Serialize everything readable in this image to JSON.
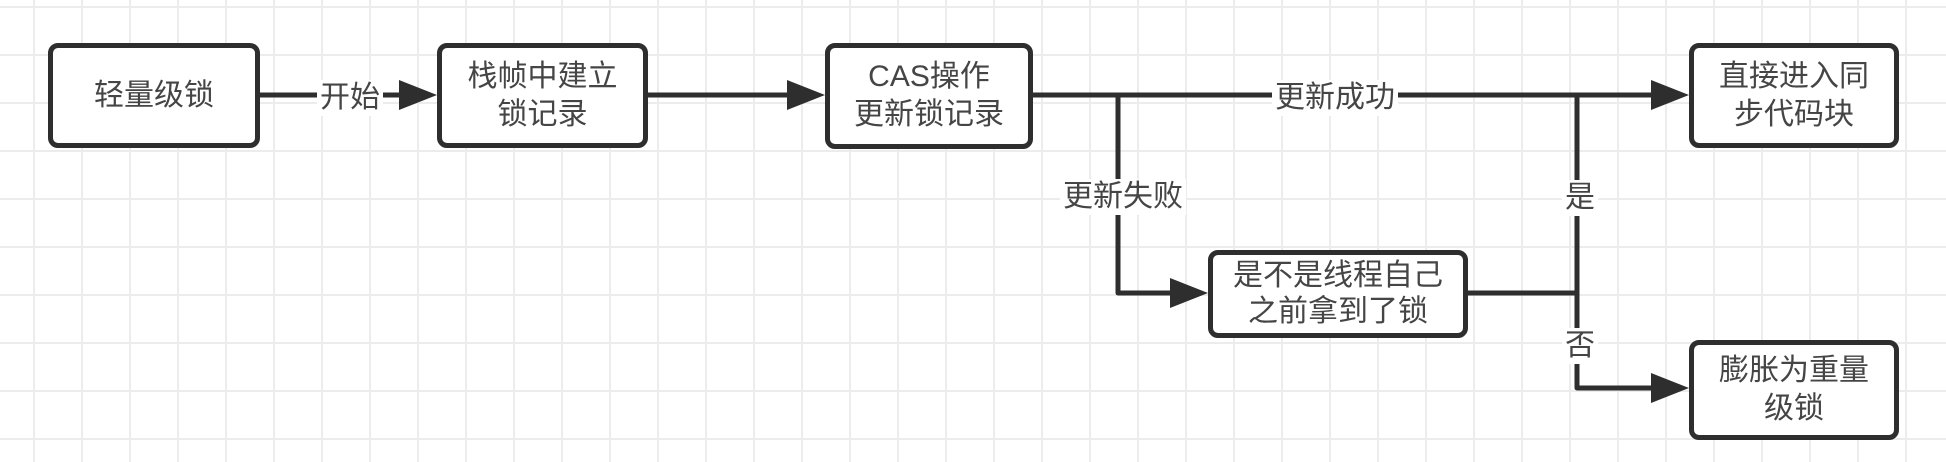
{
  "diagram": {
    "type": "flowchart",
    "nodes": {
      "lightweight_lock": {
        "label": "轻量级锁"
      },
      "create_lock_record": {
        "label": "栈帧中建立\n锁记录"
      },
      "cas_update_lock_record": {
        "label": "CAS操作\n更新锁记录"
      },
      "enter_sync_block": {
        "label": "直接进入同\n步代码块"
      },
      "thread_own_lock_check": {
        "label": "是不是线程自己\n之前拿到了锁"
      },
      "inflate_heavyweight_lock": {
        "label": "膨胀为重量\n级锁"
      }
    },
    "edge_labels": {
      "start": "开始",
      "update_success": "更新成功",
      "update_failure": "更新失败",
      "yes": "是",
      "no": "否"
    },
    "colors": {
      "stroke": "#2e2e2e",
      "text": "#454545",
      "grid": "#ececec",
      "background": "#ffffff"
    }
  }
}
